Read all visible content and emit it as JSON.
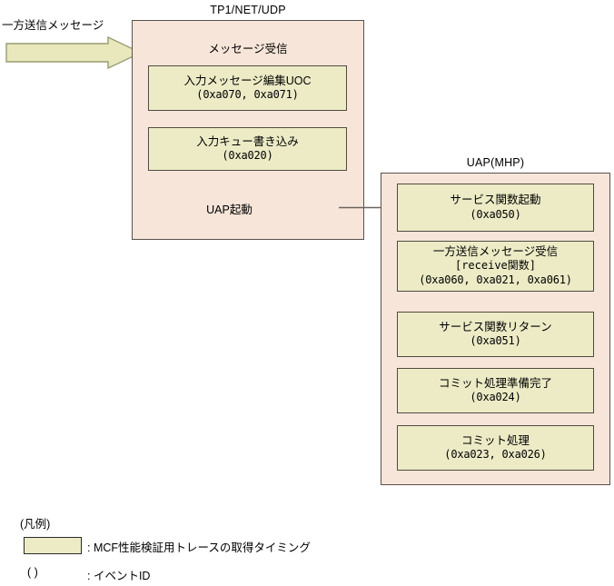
{
  "diagram": {
    "incoming": {
      "caption": "一方送信メッセージ",
      "arrow_icon": "block-arrow-right-icon"
    },
    "panels": [
      {
        "id": "tp1",
        "title": "TP1/NET/UDP",
        "plain_labels": [
          {
            "id": "message-receive",
            "text": "メッセージ受信"
          },
          {
            "id": "uap-start",
            "text": "UAP起動"
          }
        ],
        "boxes": [
          {
            "id": "input-message-edit-uoc",
            "lines": [
              "入力メッセージ編集UOC"
            ],
            "event_ids": "(0xa070, 0xa071)"
          },
          {
            "id": "input-queue-write",
            "lines": [
              "入力キュー書き込み"
            ],
            "event_ids": "(0xa020)"
          }
        ]
      },
      {
        "id": "uap",
        "title": "UAP(MHP)",
        "plain_labels": [],
        "boxes": [
          {
            "id": "service-function-start",
            "lines": [
              "サービス関数起動"
            ],
            "event_ids": "(0xa050)"
          },
          {
            "id": "oneway-message-receive",
            "lines": [
              "一方送信メッセージ受信"
            ],
            "sub": "[receive関数]",
            "event_ids": "(0xa060, 0xa021, 0xa061)"
          },
          {
            "id": "service-function-return",
            "lines": [
              "サービス関数リターン"
            ],
            "event_ids": "(0xa051)"
          },
          {
            "id": "commit-prepare-complete",
            "lines": [
              "コミット処理準備完了"
            ],
            "event_ids": "(0xa024)"
          },
          {
            "id": "commit-process",
            "lines": [
              "コミット処理"
            ],
            "event_ids": "(0xa023, 0xa026)"
          }
        ]
      }
    ],
    "connector": {
      "id": "uap-start-connector",
      "icon": "arrow-right-icon"
    },
    "legend": {
      "title": "(凡例)",
      "row1_text": ": MCF性能検証用トレースの取得タイミング",
      "row2_key": "(  )",
      "row2_text": ": イベントID"
    },
    "colors": {
      "panel_fill": "#f7e5d9",
      "panel_border": "#58524c",
      "box_fill": "#ecebc6",
      "box_border": "#4f4b41",
      "arrow_fill": "#e8e8bc",
      "arrow_border": "#8f8f6a",
      "connector": "#6b645c",
      "text": "#000000",
      "background": "#ffffff"
    }
  }
}
